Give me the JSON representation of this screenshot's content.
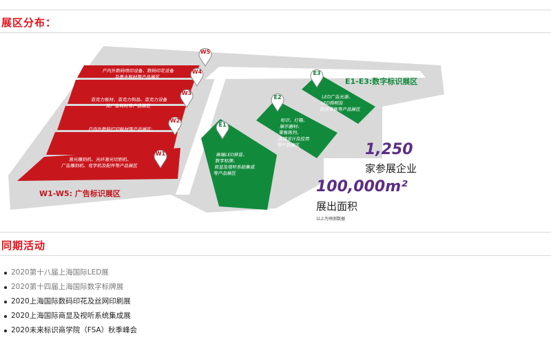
{
  "sections": {
    "zones_title": "展区分布：",
    "events_title": "同期活动"
  },
  "colors": {
    "accent_red": "#e0121a",
    "hall_red": "#c8161d",
    "hall_green": "#128a3c",
    "stat_purple": "#5b2d86"
  },
  "map": {
    "red_zone_label": "W1-W5: 广告标识展区",
    "green_zone_label": "E1-E3:数字标识展区",
    "halls_red": [
      {
        "code": "W5",
        "desc": ""
      },
      {
        "code": "W4",
        "desc": "户内外数码喷印设备、数码印花设备\n及墨水耗材等产品展区"
      },
      {
        "code": "W3",
        "desc": "亚克力板材、亚克力制品、亚克力设备\n及广告耗材等产品展区"
      },
      {
        "code": "W2",
        "desc": "户内外数码打印耗材等产品展区;"
      },
      {
        "code": "W1",
        "desc": "激光雕刻机、光纤激光切割机、\n广告雕刻机、弯字机及配件等产品展区"
      }
    ],
    "halls_green": [
      {
        "code": "E1",
        "desc": "高端LED屏显、\n数字标牌、\n商显及视听系统集成\n等产品展区"
      },
      {
        "code": "E2",
        "desc": "标识、灯箱、\n展示器材、\n零售陈列、\n店铺设计及应用\n等产品展区"
      },
      {
        "code": "E3",
        "desc": "LED广告光源、\nLED照明及\n商业零售等产品展区"
      }
    ],
    "icons": {
      "pin": "map-pin-icon"
    }
  },
  "stats": {
    "exhibitors_number": "1,250",
    "exhibitors_label": "家参展企业",
    "area_number": "100,000m²",
    "area_label": "展出面积",
    "note": "以上为预测数据"
  },
  "events": [
    {
      "text": "2020第十八届上海国际LED展",
      "muted": true
    },
    {
      "text": "2020第十四届上海国际数字标牌展",
      "muted": true
    },
    {
      "text": "2020上海国际数码印花及丝网印刷展",
      "muted": false
    },
    {
      "text": "2020上海国际商显及视听系统集成展",
      "muted": false
    },
    {
      "text": "2020未来标识商学院（FSA）秋季峰会",
      "muted": false
    }
  ]
}
